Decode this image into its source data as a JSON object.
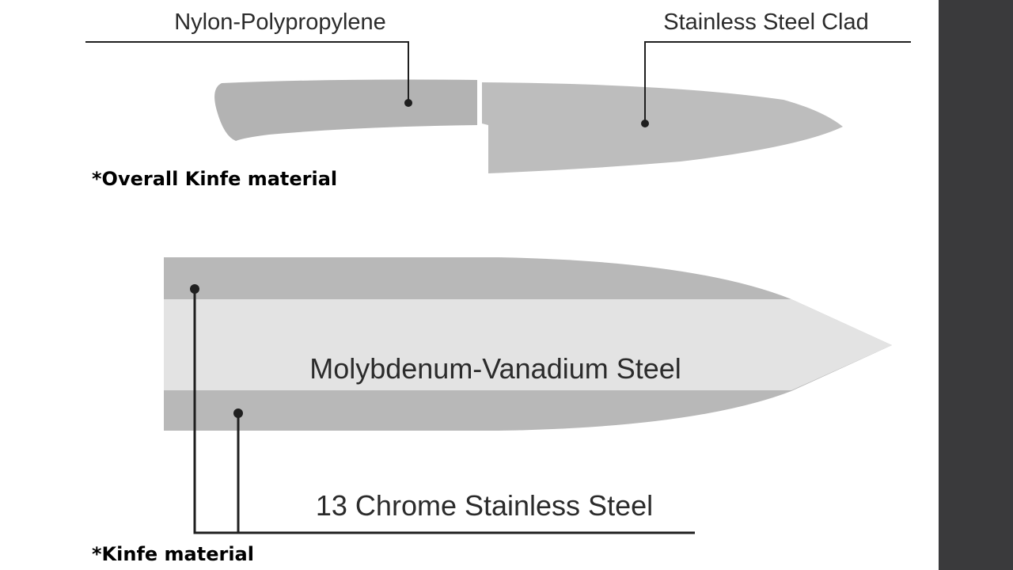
{
  "upper_diagram": {
    "handle_label": "Nylon-Polypropylene",
    "blade_label": "Stainless Steel Clad",
    "caption": "*Overall Kinfe material"
  },
  "lower_diagram": {
    "core_label": "Molybdenum-Vanadium Steel",
    "clad_label": "13 Chrome Stainless Steel",
    "caption": "*Kinfe material"
  },
  "colors": {
    "handle_fill": "#b3b3b3",
    "blade_fill": "#bdbdbd",
    "outer_layer": "#b8b8b8",
    "core_layer": "#e3e3e3",
    "leader_line": "#1f1f1f",
    "sidebar": "#3a3a3c"
  }
}
